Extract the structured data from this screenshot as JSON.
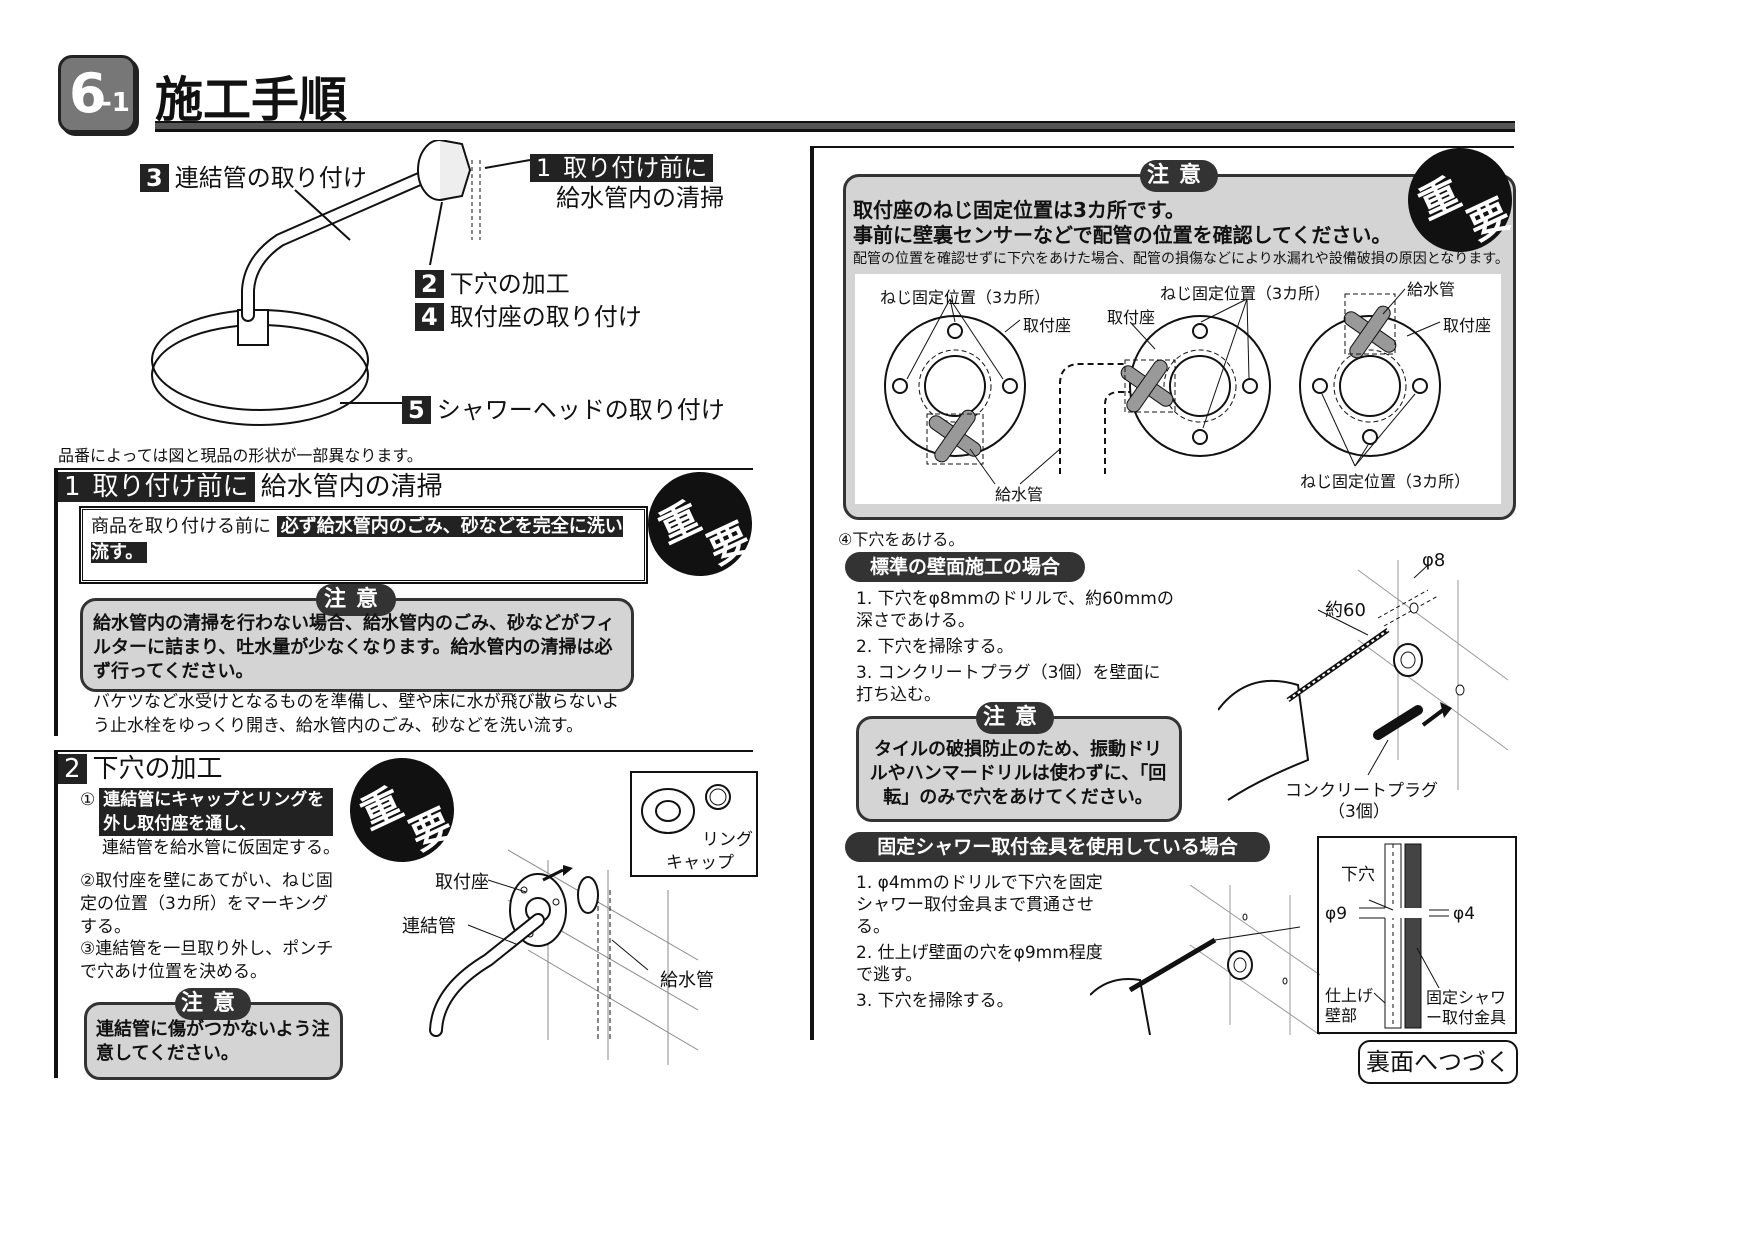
{
  "header": {
    "section_number": "6",
    "section_sub": "-1",
    "title": "施工手順"
  },
  "overview": {
    "step3": "連結管の取り付け",
    "step1_num": "1",
    "step1_title": "取り付け前に",
    "step1_sub": "給水管内の清掃",
    "step2": "下穴の加工",
    "step4": "取付座の取り付け",
    "step5": "シャワーヘッドの取り付け",
    "note": "品番によっては図と現品の形状が一部異なります。"
  },
  "section1": {
    "head_num": "1",
    "head_box": "取り付け前に",
    "head_text": "給水管内の清掃",
    "important_badge": [
      "重",
      "要"
    ],
    "box_lead": "商品を取り付ける前に",
    "box_emph": "必ず給水管内のごみ、砂などを完全に洗い流す。",
    "caution_label": "注意",
    "caution_text": "給水管内の清掃を行わない場合、給水管内のごみ、砂などがフィルターに詰まり、吐水量が少なくなります。給水管内の清掃は必ず行ってください。",
    "body": "バケツなど水受けとなるものを準備し、壁や床に水が飛び散らないよう止水栓をゆっくり開き、給水管内のごみ、砂などを洗い流す。"
  },
  "section2": {
    "head_num": "2",
    "head_text": "下穴の加工",
    "important_badge": [
      "重",
      "要"
    ],
    "step1_mark": "①",
    "step1_emph": "連結管にキャップとリングを外し取付座を通し、",
    "step1_text": "連結管を給水管に仮固定する。",
    "step2": "②取付座を壁にあてがい、ねじ固定の位置（3カ所）をマーキングする。",
    "step3": "③連結管を一旦取り外し、ポンチで穴あけ位置を決める。",
    "caution_label": "注意",
    "caution_text": "連結管に傷がつかないよう注意してください。",
    "fig_labels": {
      "seat": "取付座",
      "pipe": "連結管",
      "supply": "給水管",
      "ring": "リング",
      "cap": "キャップ"
    }
  },
  "right_top": {
    "caution_label": "注意",
    "important_badge": [
      "重",
      "要"
    ],
    "line1": "取付座のねじ固定位置は3カ所です。",
    "line2": "事前に壁裏センサーなどで配管の位置を確認してください。",
    "line3": "配管の位置を確認せずに下穴をあけた場合、配管の損傷などにより水漏れや設備破損の原因となります。",
    "fig_labels": {
      "screw1": "ねじ固定位置（3カ所）",
      "seat1": "取付座",
      "supply1": "給水管",
      "screw2": "ねじ固定位置（3カ所）",
      "seat2": "取付座",
      "supply3": "給水管",
      "seat3": "取付座",
      "screw3": "ねじ固定位置（3カ所）"
    }
  },
  "drill": {
    "intro": "④下穴をあける。",
    "standard_title": "標準の壁面施工の場合",
    "standard_steps": [
      "1. 下穴をφ8mmのドリルで、約60mmの深さであける。",
      "2. 下穴を掃除する。",
      "3. コンクリートプラグ（3個）を壁面に打ち込む。"
    ],
    "caution_label": "注意",
    "caution_text": "タイルの破損防止のため、振動ドリルやハンマードリルは使わずに、「回転」のみで穴をあけてください。",
    "fig_labels": {
      "phi8": "φ8",
      "depth": "約60",
      "plug": "コンクリートプラグ",
      "plug_count": "（3個）"
    },
    "fixed_title": "固定シャワー取付金具を使用している場合",
    "fixed_steps": [
      "1. φ4mmのドリルで下穴を固定シャワー取付金具まで貫通させる。",
      "2. 仕上げ壁面の穴をφ9mm程度で逃す。",
      "3. 下穴を掃除する。"
    ],
    "fig2_labels": {
      "pilot": "下穴",
      "phi9": "φ9",
      "phi4": "φ4",
      "finish": "仕上げ壁部",
      "bracket": "固定シャワー取付金具"
    }
  },
  "footer": {
    "continue": "裏面へつづく"
  }
}
